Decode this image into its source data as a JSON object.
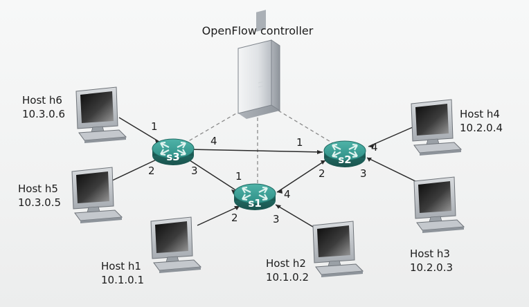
{
  "controller": {
    "label": "OpenFlow controller"
  },
  "switches": [
    {
      "id": "s1",
      "label": "s1"
    },
    {
      "id": "s2",
      "label": "s2"
    },
    {
      "id": "s3",
      "label": "s3"
    }
  ],
  "hosts": [
    {
      "id": "h1",
      "name": "Host h1",
      "ip": "10.1.0.1"
    },
    {
      "id": "h2",
      "name": "Host h2",
      "ip": "10.1.0.2"
    },
    {
      "id": "h3",
      "name": "Host h3",
      "ip": "10.2.0.3"
    },
    {
      "id": "h4",
      "name": "Host h4",
      "ip": "10.2.0.4"
    },
    {
      "id": "h5",
      "name": "Host h5",
      "ip": "10.3.0.5"
    },
    {
      "id": "h6",
      "name": "Host h6",
      "ip": "10.3.0.6"
    }
  ],
  "ports": {
    "s3_h6": "1",
    "s3_h5": "2",
    "s3_s1": "3",
    "s3_s2": "4",
    "s1_s3": "1",
    "s1_h1": "2",
    "s1_h2": "3",
    "s1_s2": "4",
    "s2_s3": "1",
    "s2_s1": "2",
    "s2_h3": "3",
    "s2_h4": "4"
  },
  "colors": {
    "switch": "#2f8f86",
    "switch_dark": "#1f6a62",
    "link": "#2a2a2a",
    "control_link": "#8a8a8a"
  }
}
